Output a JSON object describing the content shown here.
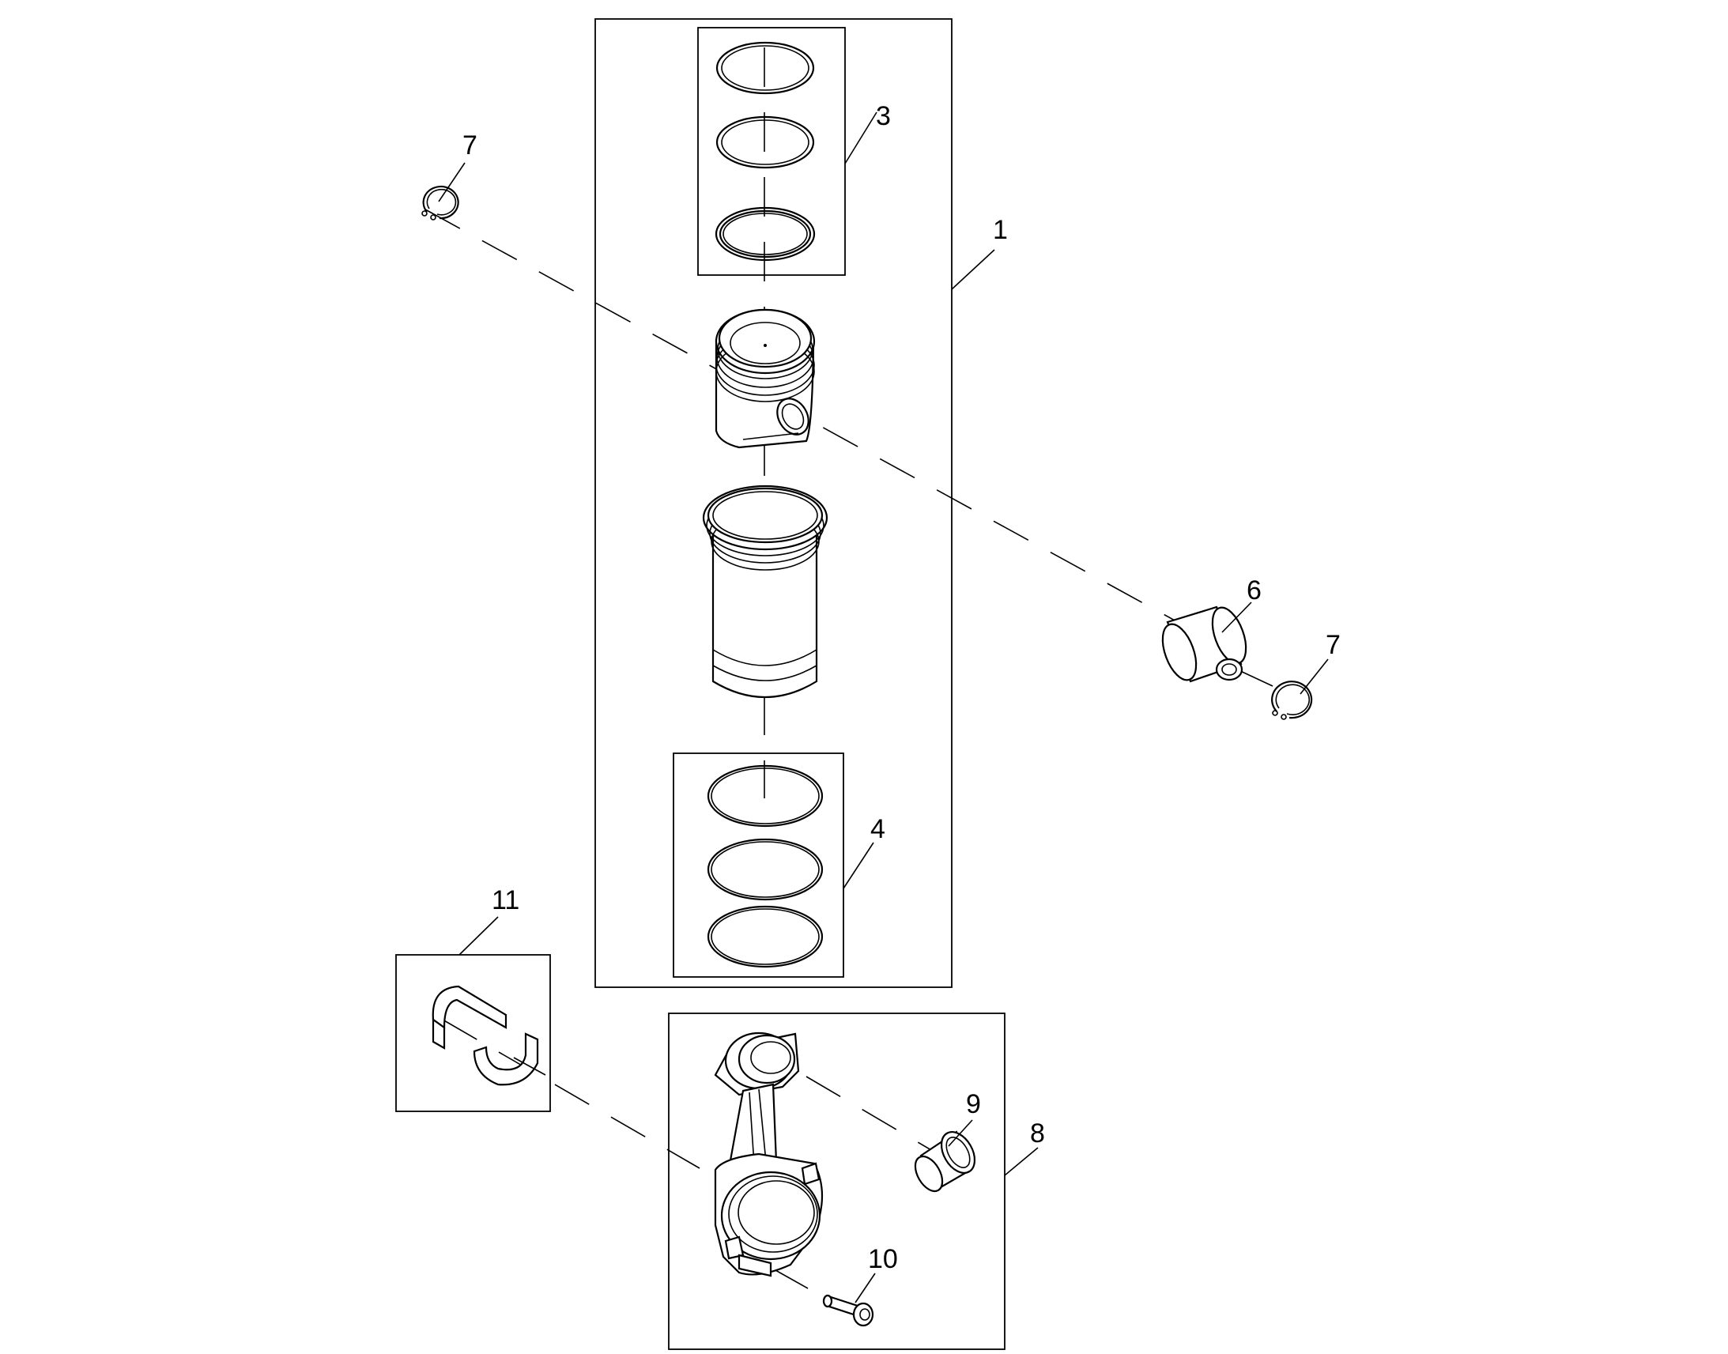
{
  "callouts": {
    "c1": "1",
    "c3": "3",
    "c4": "4",
    "c6": "6",
    "c7a": "7",
    "c7b": "7",
    "c8": "8",
    "c9": "9",
    "c10": "10",
    "c11": "11"
  }
}
